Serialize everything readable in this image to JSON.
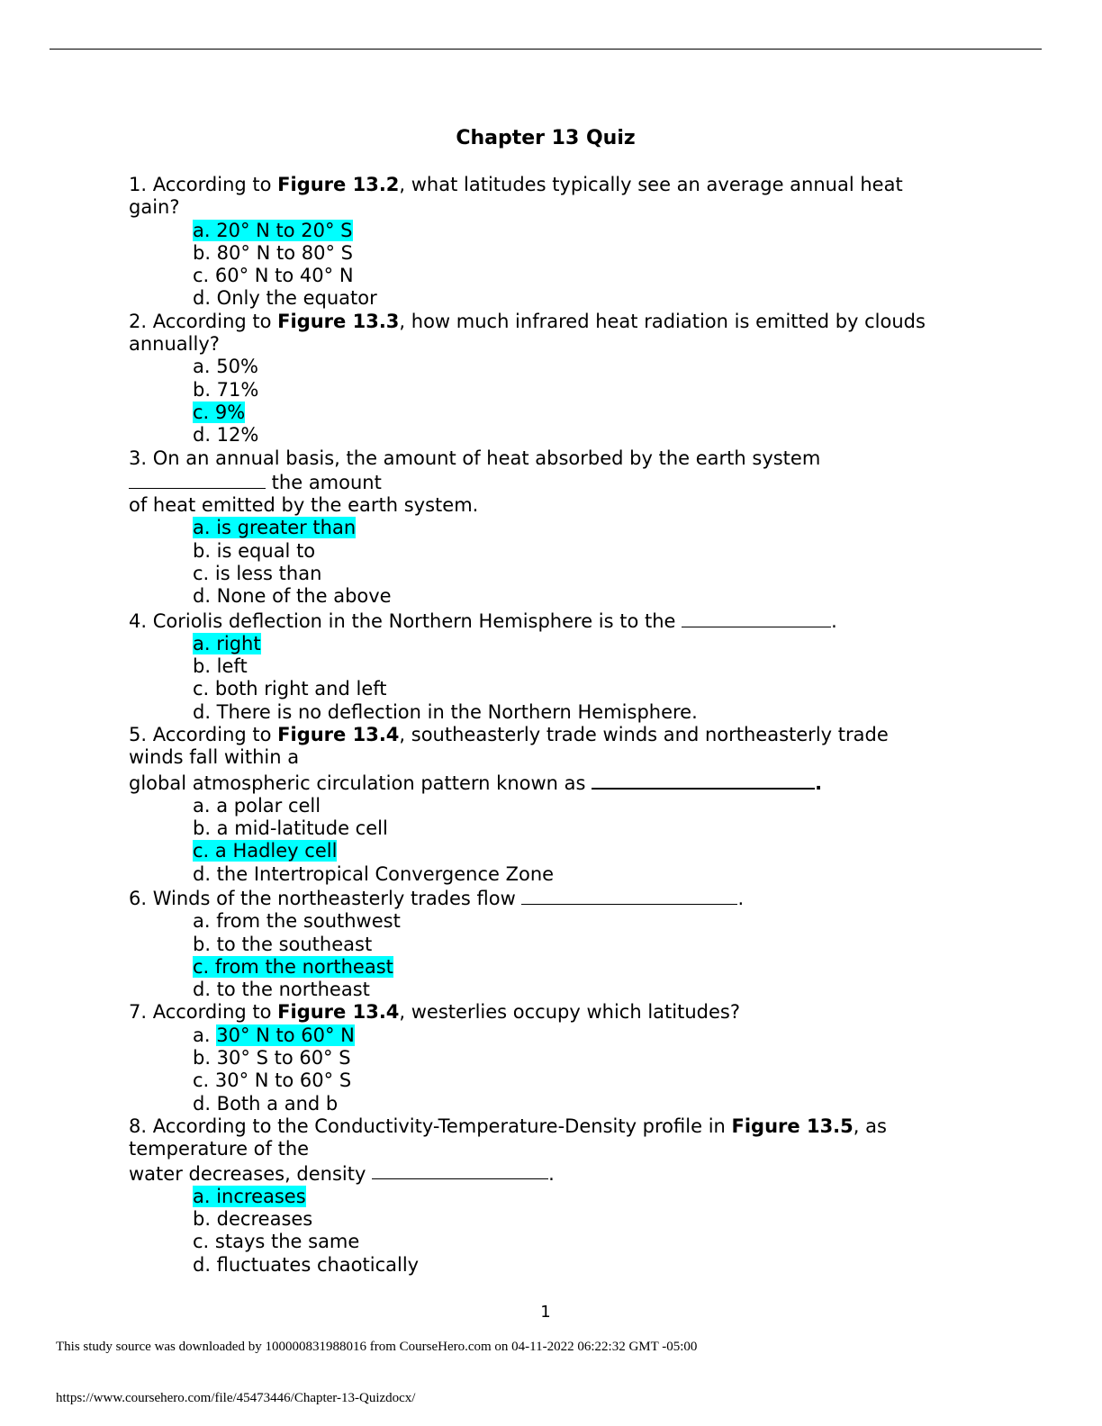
{
  "title": "Chapter 13 Quiz",
  "q1": {
    "line1_pre": "1. According to ",
    "line1_bold": "Figure 13.2",
    "line1_post": ", what latitudes typically see an average annual heat",
    "line2": "gain?",
    "a": "a. 20° N to 20° S",
    "b": "b. 80° N to 80° S",
    "c": "c. 60° N to 40° N",
    "d": "d. Only the equator"
  },
  "q2": {
    "line1_pre": "2. According to ",
    "line1_bold": "Figure 13.3",
    "line1_post": ", how much infrared heat radiation is emitted by clouds",
    "line2": "annually?",
    "a": "a. 50%",
    "b": "b. 71%",
    "c": "c. 9%",
    "d": "d. 12%"
  },
  "q3": {
    "line1": "3. On an annual basis, the amount of heat absorbed by the earth system",
    "line2_post": " the amount",
    "line3": "of heat emitted by the earth system.",
    "a": "a. is greater than",
    "b": "b. is equal to",
    "c": "c. is less than",
    "d": "d. None of the above"
  },
  "q4": {
    "line1_pre": "4. Coriolis deflection in the Northern Hemisphere is to the ",
    "line1_post": ".",
    "a": "a. right",
    "b": "b. left",
    "c": "c. both right and left",
    "d": "d. There is no deflection in the Northern Hemisphere."
  },
  "q5": {
    "line1_pre": "5. According to ",
    "line1_bold": "Figure 13.4",
    "line1_post": ", southeasterly trade winds and northeasterly trade",
    "line2": "winds fall within a",
    "line3_pre": "global atmospheric circulation pattern known as ",
    "line3_post": ".",
    "a": "a. a polar cell",
    "b": "b. a mid-latitude cell",
    "c": "c. a Hadley cell",
    "d": "d. the Intertropical Convergence Zone"
  },
  "q6": {
    "line1_pre": "6. Winds of the northeasterly trades flow ",
    "line1_post": ".",
    "a": "a. from the southwest",
    "b": "b. to the southeast",
    "c": "c. from the northeast",
    "d": "d. to the northeast"
  },
  "q7": {
    "line1_pre": "7. According to ",
    "line1_bold": "Figure 13.4",
    "line1_post": ", westerlies occupy which latitudes?",
    "a_prefix": "a. ",
    "a_text": "30° N to 60° N",
    "b": "b. 30° S to 60° S",
    "c": "c. 30° N to 60° S",
    "d": "d. Both a and b"
  },
  "q8": {
    "line1_pre": "8. According to the Conductivity-Temperature-Density profile in ",
    "line1_bold": "Figure 13.5",
    "line1_post": ", as",
    "line2": "temperature of the",
    "line3_pre": "water decreases, density ",
    "line3_post": ".",
    "a": "a. increases",
    "b": "b. decreases",
    "c": "c. stays the same",
    "d": "d. fluctuates chaotically"
  },
  "page_number": "1",
  "footer_source": "This study source was downloaded by 100000831988016 from CourseHero.com on 04-11-2022 06:22:32 GMT -05:00",
  "footer_url": "https://www.coursehero.com/file/45473446/Chapter-13-Quizdocx/",
  "colors": {
    "highlight": "#00ffff",
    "text": "#000000"
  }
}
